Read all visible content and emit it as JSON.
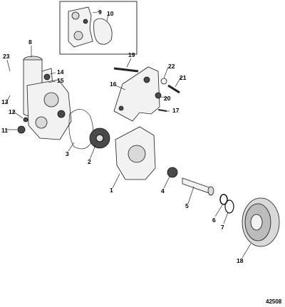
{
  "diagram": {
    "document_number": "42508",
    "callouts": [
      "1",
      "2",
      "3",
      "4",
      "5",
      "6",
      "7",
      "8",
      "9",
      "10",
      "11",
      "12",
      "13",
      "14",
      "15",
      "16",
      "17",
      "18",
      "19",
      "20",
      "21",
      "22",
      "23"
    ]
  }
}
